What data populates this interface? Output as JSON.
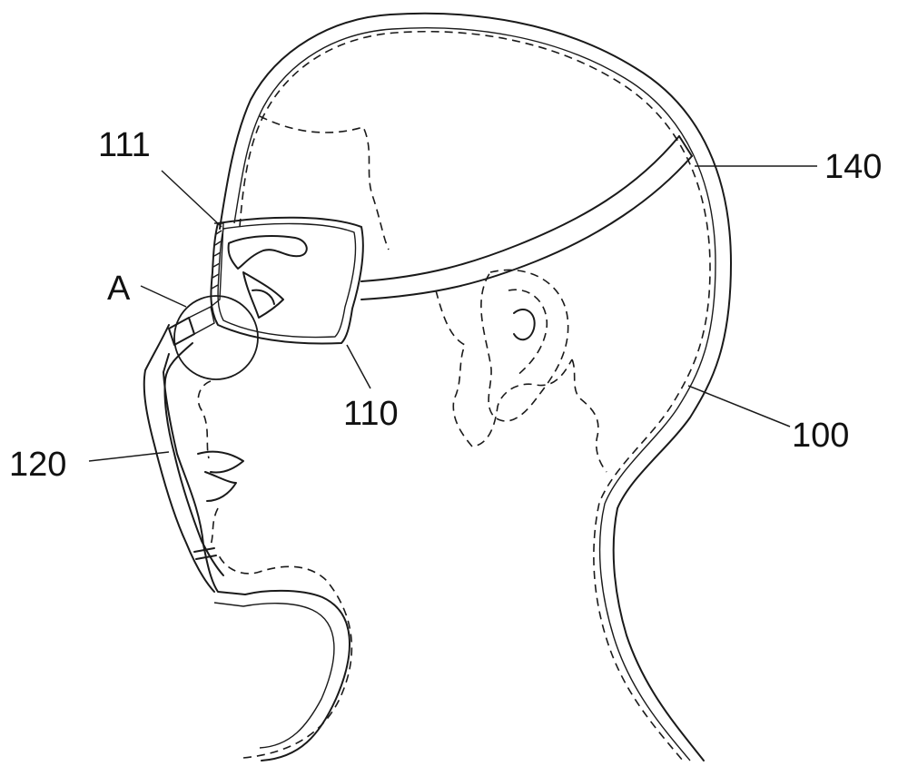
{
  "labels": {
    "l111": "111",
    "l140": "140",
    "lA": "A",
    "l110": "110",
    "l100": "100",
    "l120": "120"
  }
}
